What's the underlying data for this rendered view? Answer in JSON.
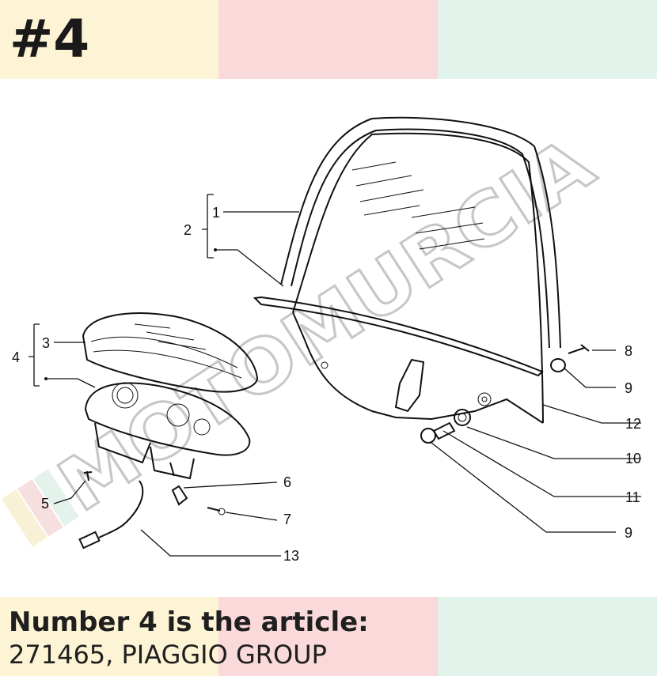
{
  "badge": "#4",
  "caption": {
    "line1": "Number 4 is the article:",
    "line2": "271465, PIAGGIO GROUP"
  },
  "watermark": "MOTOMURCIA",
  "callouts": {
    "c1": "1",
    "c2": "2",
    "c3": "3",
    "c4": "4",
    "c5": "5",
    "c6": "6",
    "c7": "7",
    "c8": "8",
    "c9a": "9",
    "c9b": "9",
    "c10": "10",
    "c11": "11",
    "c12": "12",
    "c13": "13"
  },
  "colors": {
    "band_yellow": "#fdf4d5",
    "band_pink": "#f9d9d9",
    "band_green": "#e2f3ec",
    "text": "#1f1f1f"
  }
}
